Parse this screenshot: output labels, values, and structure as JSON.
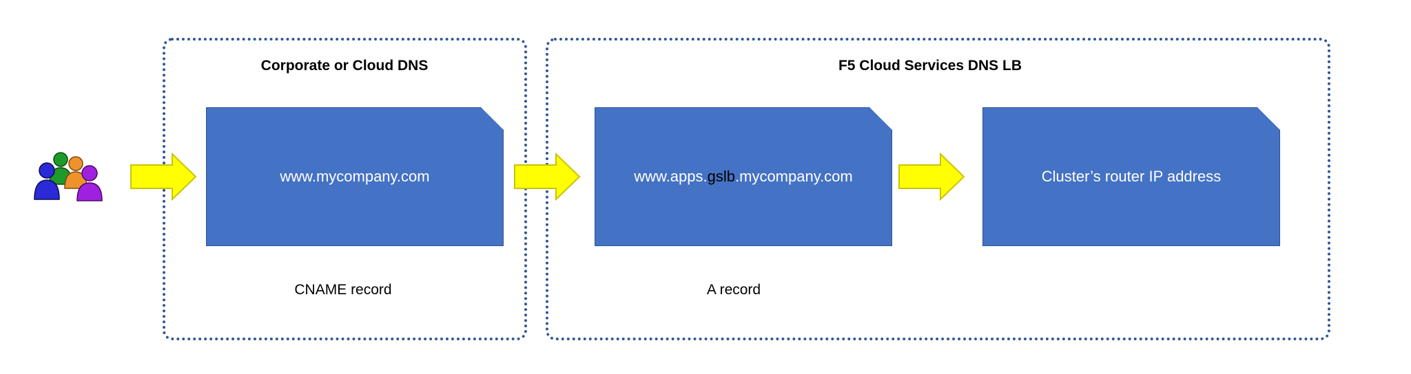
{
  "groups": {
    "dns": {
      "title": "Corporate or Cloud DNS"
    },
    "f5": {
      "title": "F5 Cloud Services DNS LB"
    }
  },
  "cards": [
    {
      "text": "www.mycompany.com"
    },
    {
      "text_prefix": "www.apps.",
      "text_highlight": "gslb",
      "text_suffix": ".mycompany.com"
    },
    {
      "text": "Cluster’s router IP address"
    }
  ],
  "labels": {
    "cname": "CNAME record",
    "a_record": "A record"
  },
  "icons": {
    "users": "users-group-icon",
    "arrow": "arrow-right-icon"
  },
  "colors": {
    "card_fill": "#4472c4",
    "card_border": "#2f5597",
    "group_border": "#2f5597",
    "arrow_fill": "#ffff00",
    "arrow_stroke": "#c9c400"
  }
}
